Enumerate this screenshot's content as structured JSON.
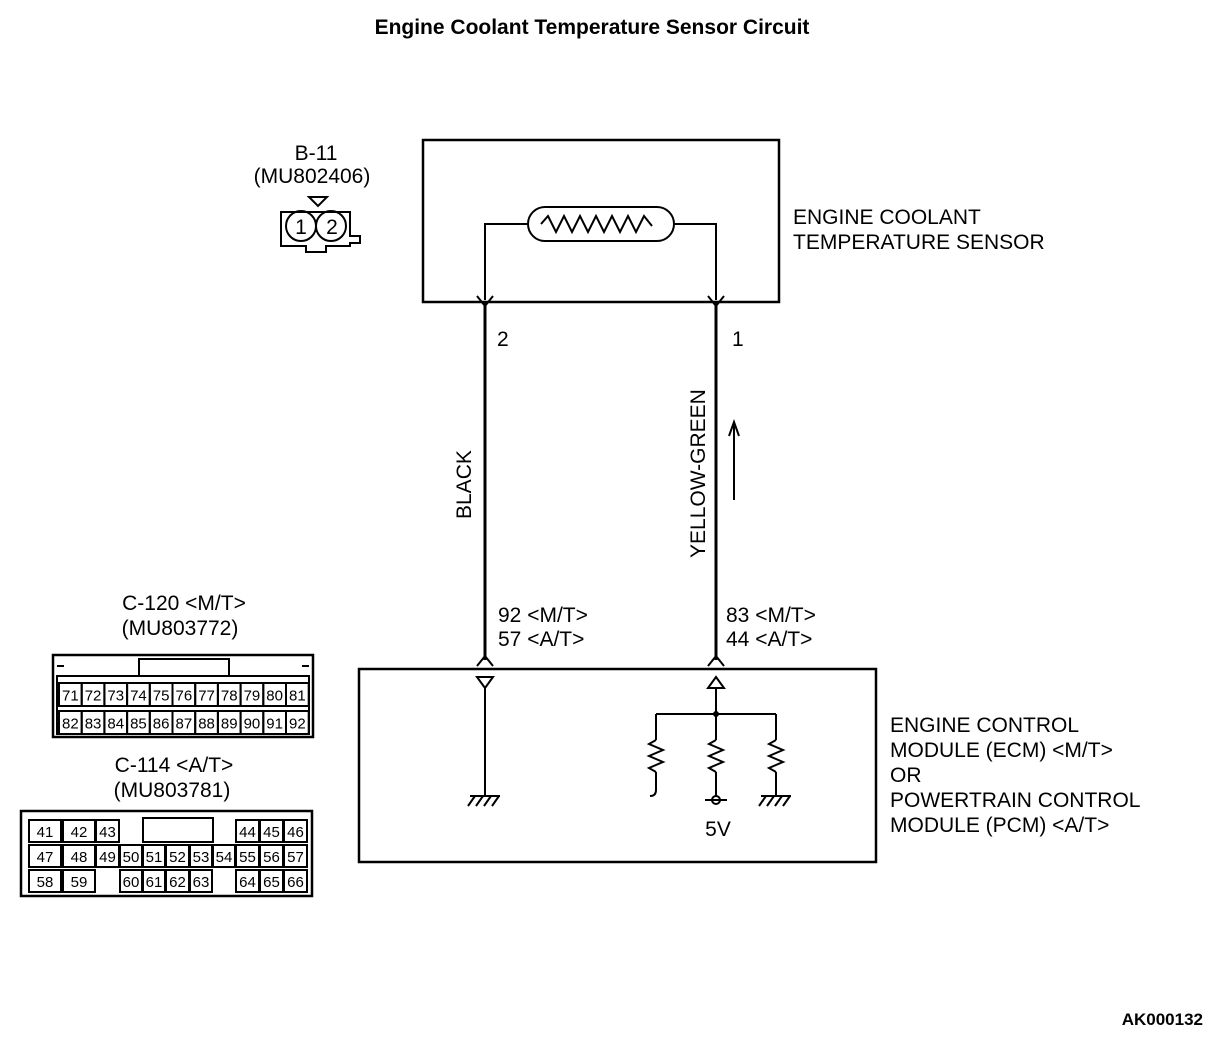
{
  "title": "Engine Coolant Temperature Sensor Circuit",
  "connector_b11": {
    "id": "B-11",
    "part": "(MU802406)",
    "pins": [
      "1",
      "2"
    ]
  },
  "sensor": {
    "label_line1": "ENGINE COOLANT",
    "label_line2": "TEMPERATURE SENSOR"
  },
  "wires": {
    "left": {
      "pin": "2",
      "color": "BLACK",
      "term_mt": "92 <M/T>",
      "term_at": "57 <A/T>"
    },
    "right": {
      "pin": "1",
      "color": "YELLOW-GREEN",
      "term_mt": "83 <M/T>",
      "term_at": "44 <A/T>"
    }
  },
  "module": {
    "line1": "ENGINE CONTROL",
    "line2": "MODULE (ECM) <M/T>",
    "line3": "OR",
    "line4": "POWERTRAIN CONTROL",
    "line5": "MODULE (PCM) <A/T>",
    "supply": "5V"
  },
  "connector_c120": {
    "id": "C-120 <M/T>",
    "part": "(MU803772)",
    "row1": [
      "71",
      "72",
      "73",
      "74",
      "75",
      "76",
      "77",
      "78",
      "79",
      "80",
      "81"
    ],
    "row2": [
      "82",
      "83",
      "84",
      "85",
      "86",
      "87",
      "88",
      "89",
      "90",
      "91",
      "92"
    ]
  },
  "connector_c114": {
    "id": "C-114 <A/T>",
    "part": "(MU803781)",
    "row1": [
      "41",
      "42",
      "43",
      "",
      "",
      "",
      "",
      "",
      "44",
      "45",
      "46"
    ],
    "row2": [
      "47",
      "48",
      "49",
      "50",
      "51",
      "52",
      "53",
      "54",
      "55",
      "56",
      "57"
    ],
    "row3": [
      "58",
      "59",
      "",
      "60",
      "61",
      "62",
      "63",
      "",
      "64",
      "65",
      "66"
    ]
  },
  "figure_code": "AK000132"
}
